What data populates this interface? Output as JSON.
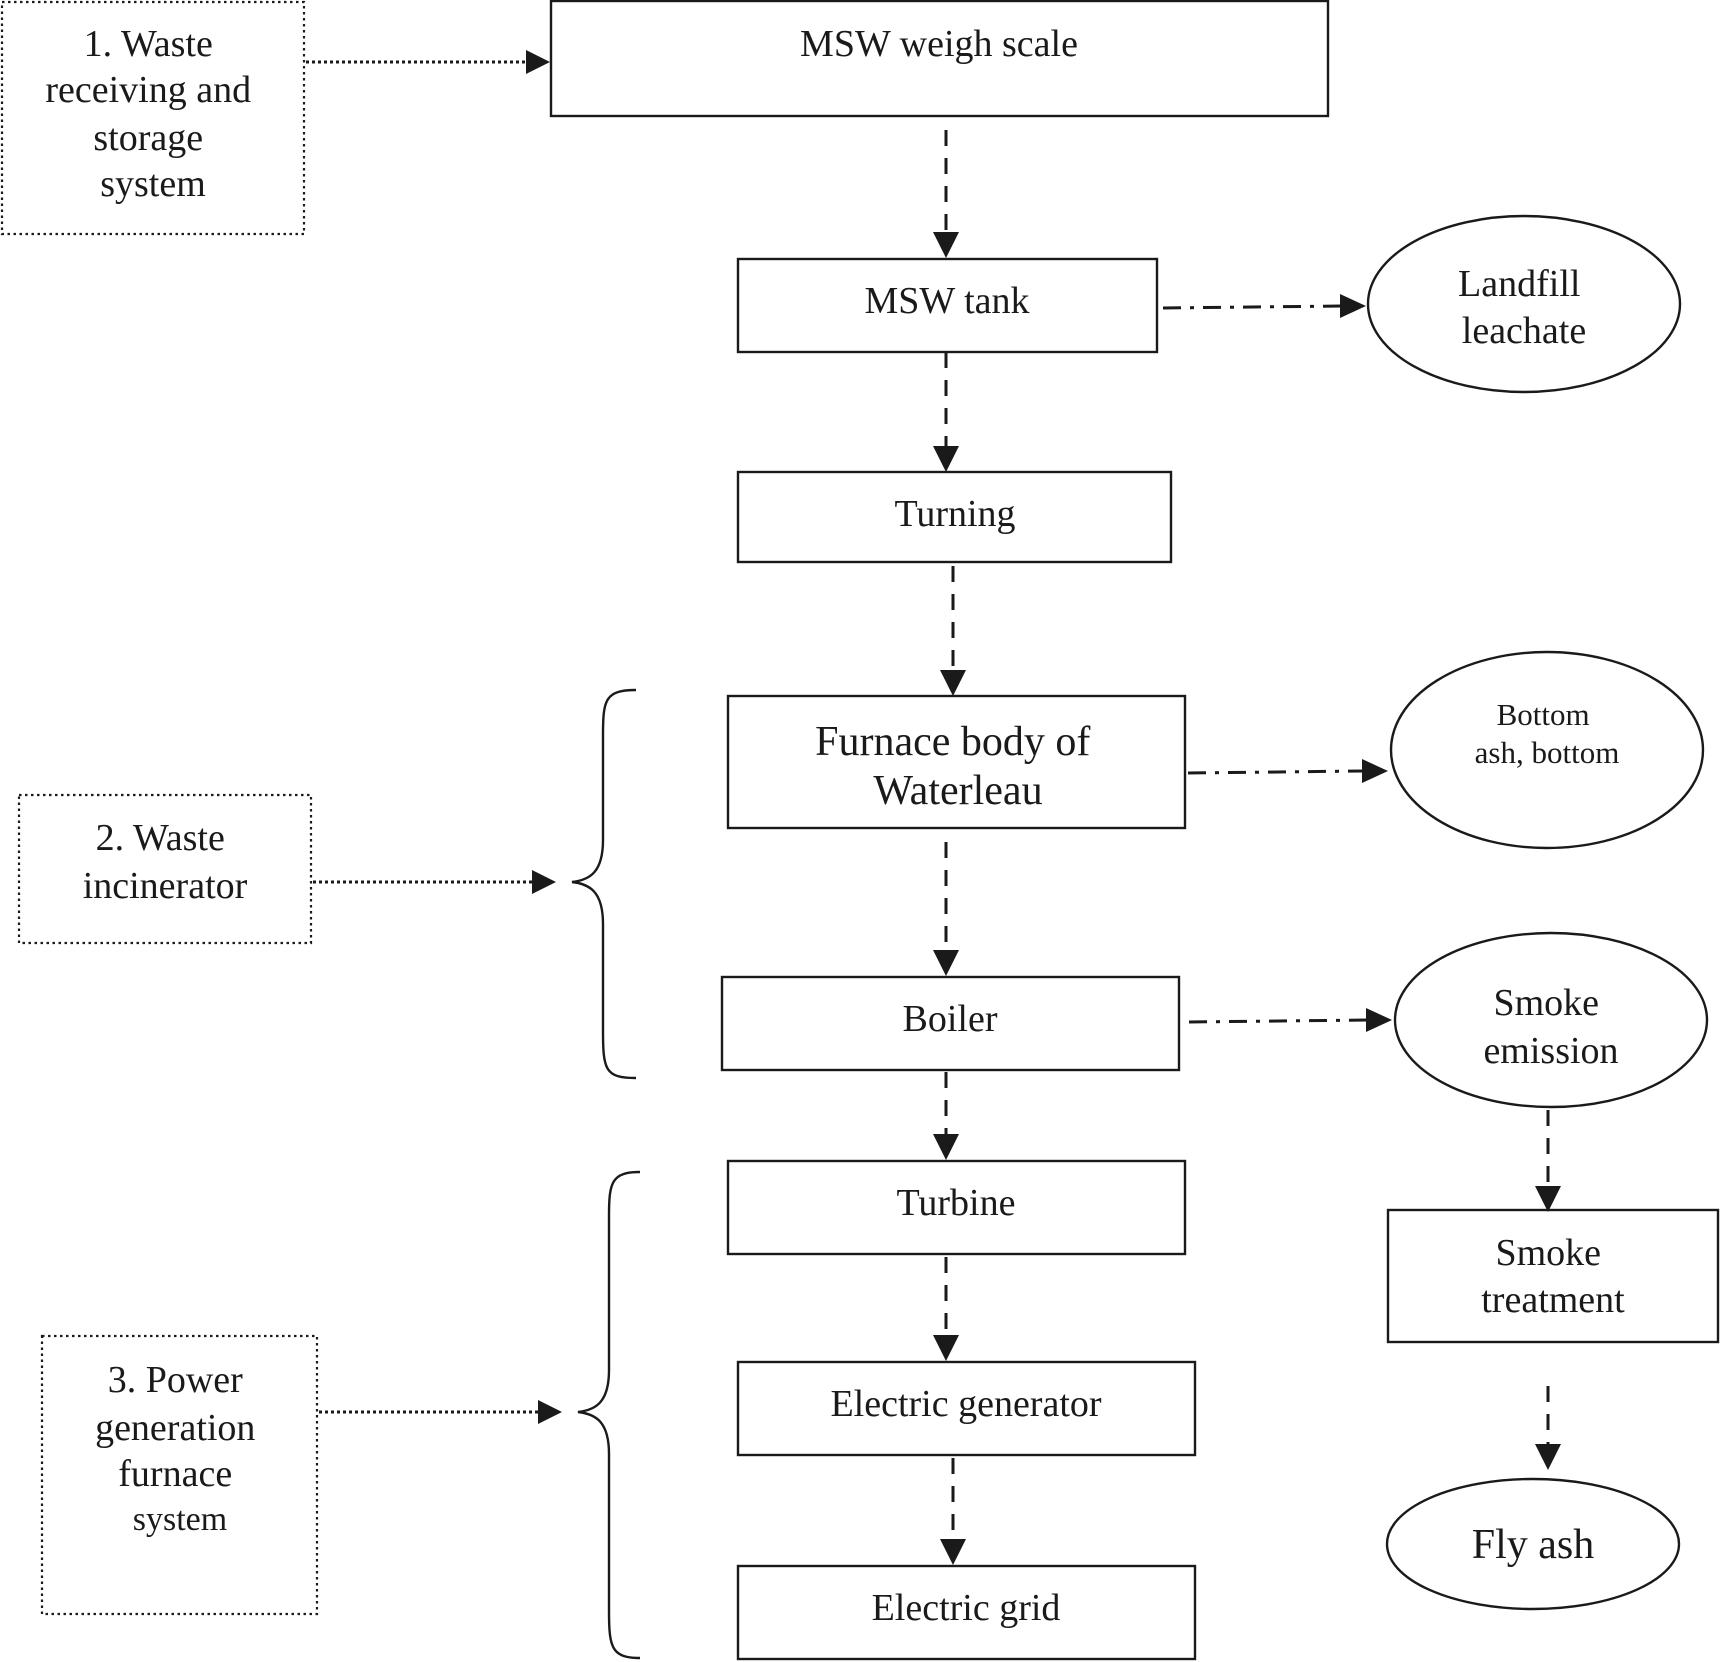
{
  "systems": {
    "receiving": [
      "1. Waste",
      "receiving and",
      "storage",
      "system"
    ],
    "incinerator": [
      "2. Waste",
      "incinerator"
    ],
    "power": [
      "3. Power",
      "generation",
      "furnace",
      "system"
    ]
  },
  "process": {
    "weigh_scale": [
      "MSW weigh scale"
    ],
    "tank": [
      "MSW tank"
    ],
    "turning": [
      "Turning"
    ],
    "furnace": [
      "Furnace body of",
      "Waterleau"
    ],
    "boiler": [
      "Boiler"
    ],
    "turbine": [
      "Turbine"
    ],
    "generator": [
      "Electric generator"
    ],
    "grid": [
      "Electric grid"
    ]
  },
  "outputs": {
    "leachate": [
      "Landfill",
      "leachate"
    ],
    "bottom_ash": [
      "Bottom",
      "ash, bottom"
    ],
    "smoke_emission": [
      "Smoke",
      "emission"
    ],
    "smoke_treatment": [
      "Smoke",
      "treatment"
    ],
    "fly_ash": [
      "Fly ash"
    ]
  }
}
